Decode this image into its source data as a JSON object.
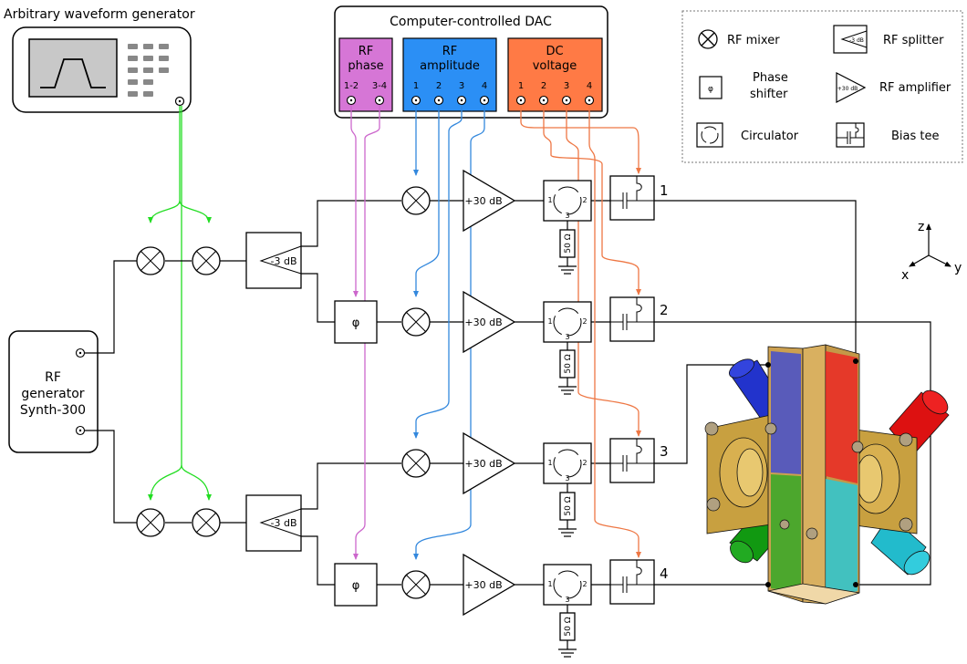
{
  "colors": {
    "trigger": "#22dd22",
    "phase": "#cc66cc",
    "amplitude": "#3388dd",
    "dc": "#ee7744",
    "phase_box": "#d676d6",
    "amplitude_box": "#2b8ff5",
    "dc_box": "#ff7a45"
  },
  "icons": [
    "sine-source-icon",
    "mixer-icon",
    "splitter-icon",
    "phase-shifter-icon",
    "amplifier-icon",
    "circulator-icon",
    "bias-tee-icon",
    "ground-icon",
    "axes-icon",
    "vacuum-chamber-icon"
  ],
  "awg": {
    "title": "Arbitrary waveform generator"
  },
  "dac": {
    "title": "Computer-controlled DAC",
    "phase": {
      "line1": "RF",
      "line2": "phase",
      "ports": [
        "1-2",
        "3-4"
      ]
    },
    "amplitude": {
      "line1": "RF",
      "line2": "amplitude",
      "ports": [
        "1",
        "2",
        "3",
        "4"
      ]
    },
    "dc": {
      "line1": "DC",
      "line2": "voltage",
      "ports": [
        "1",
        "2",
        "3",
        "4"
      ]
    }
  },
  "legend": {
    "mixer": "RF mixer",
    "splitter": "RF splitter",
    "phase_line1": "Phase",
    "phase_line2": "shifter",
    "amplifier": "RF amplifier",
    "circulator": "Circulator",
    "biastee": "Bias tee"
  },
  "rfgen": {
    "line1": "RF",
    "line2": "generator",
    "line3": "Synth-300"
  },
  "components": {
    "splitter_label": "-3 dB",
    "splitter_legend_label": "-3 dB",
    "amp_label": "+30 dB",
    "amp_legend_label": "+30 dB",
    "phi": "φ",
    "circ_port1": "1",
    "circ_port2": "2",
    "circ_port3": "3",
    "load": "50 Ω"
  },
  "channels": [
    "1",
    "2",
    "3",
    "4"
  ],
  "axes": {
    "z": "z",
    "x": "x",
    "y": "y"
  }
}
